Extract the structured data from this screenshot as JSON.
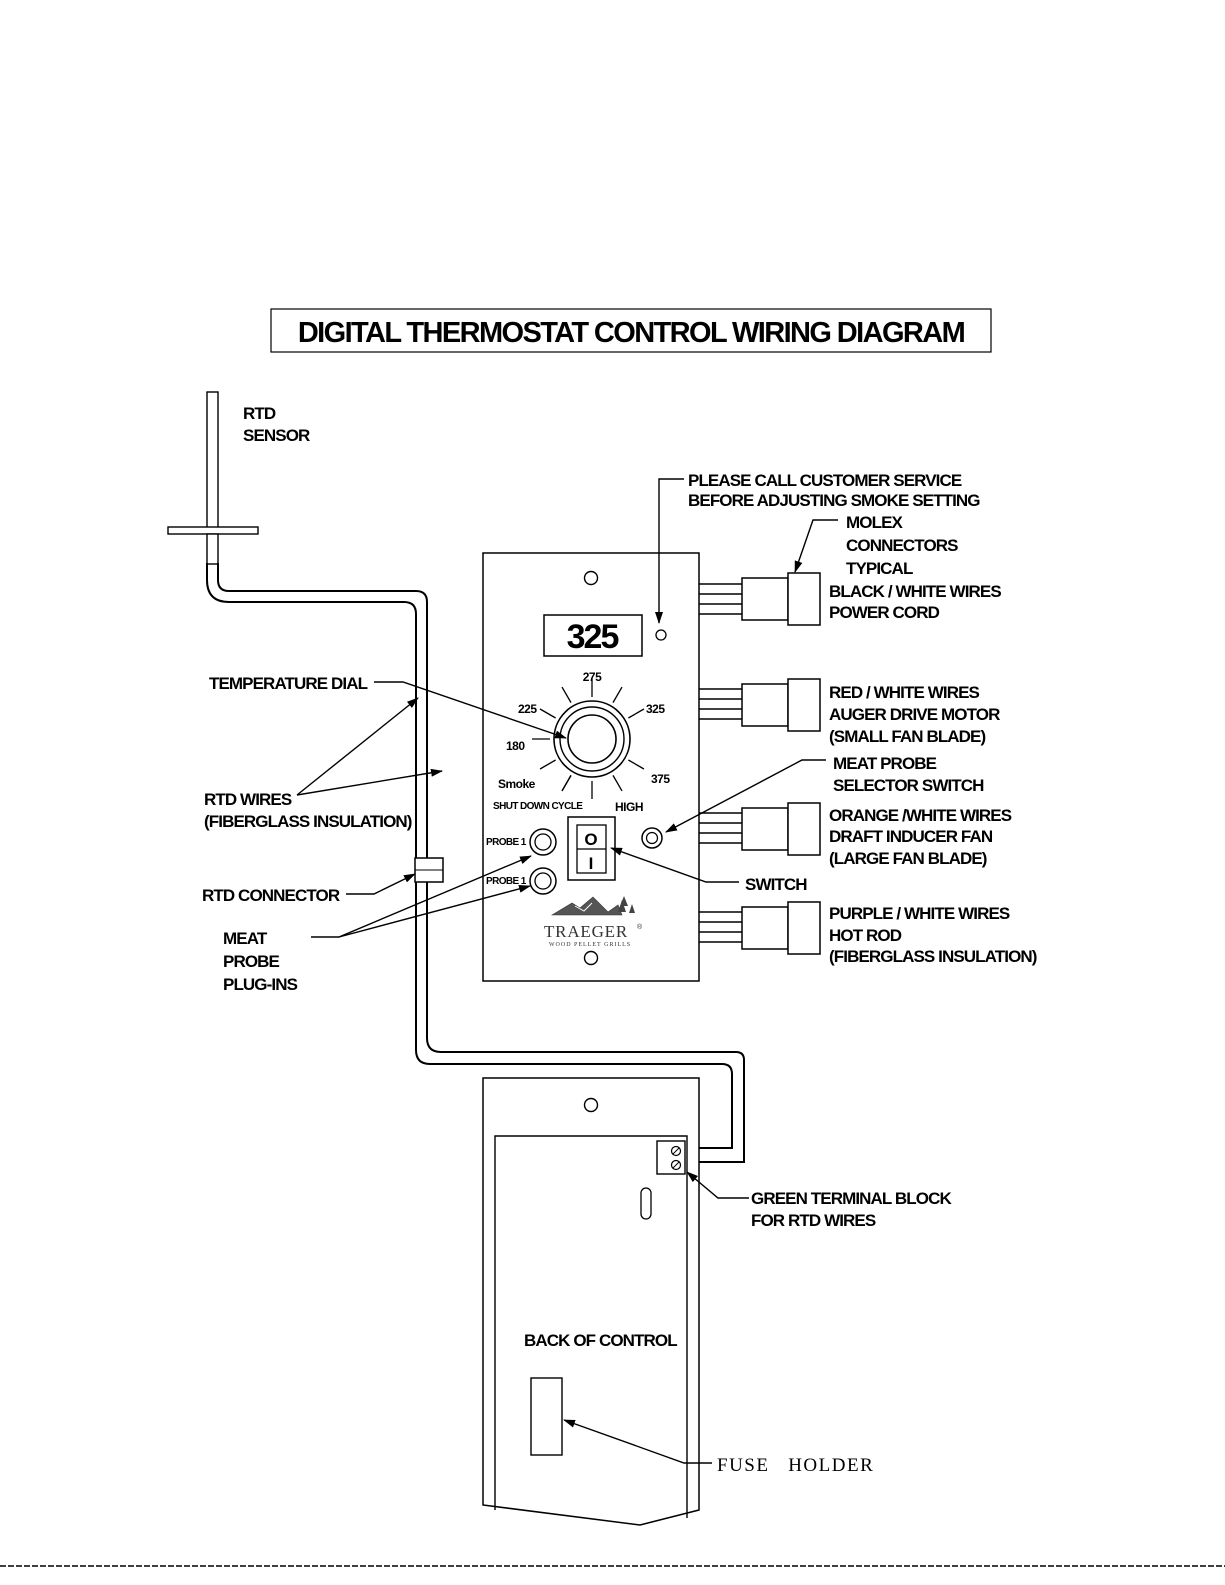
{
  "title": "DIGITAL THERMOSTAT CONTROL WIRING DIAGRAM",
  "labels": {
    "rtd_sensor": [
      "RTD",
      "SENSOR"
    ],
    "customer_service": [
      "PLEASE CALL CUSTOMER SERVICE",
      "BEFORE ADJUSTING SMOKE SETTING"
    ],
    "molex": [
      "MOLEX",
      "CONNECTORS",
      "TYPICAL"
    ],
    "black_white": [
      "BLACK / WHITE WIRES",
      "POWER CORD"
    ],
    "red_white": [
      "RED / WHITE WIRES",
      "AUGER DRIVE MOTOR",
      "(SMALL FAN BLADE)"
    ],
    "selector_switch": [
      "MEAT PROBE",
      "SELECTOR SWITCH"
    ],
    "orange_white": [
      "ORANGE /WHITE WIRES",
      "DRAFT INDUCER FAN",
      "(LARGE FAN BLADE)"
    ],
    "switch": "SWITCH",
    "purple_white": [
      "PURPLE / WHITE WIRES",
      "HOT ROD",
      "(FIBERGLASS INSULATION)"
    ],
    "temperature_dial": "TEMPERATURE DIAL",
    "rtd_wires": [
      "RTD WIRES",
      "(FIBERGLASS INSULATION)"
    ],
    "rtd_connector": "RTD CONNECTOR",
    "meat_probe": [
      "MEAT",
      "PROBE",
      "PLUG-INS"
    ],
    "green_terminal": [
      "GREEN TERMINAL BLOCK",
      "FOR RTD WIRES"
    ],
    "back_of_control": "BACK OF CONTROL",
    "fuse_holder": "FUSE   HOLDER"
  },
  "panel": {
    "display_value": "325",
    "dial_ticks": {
      "t275": "275",
      "t225": "225",
      "t325": "325",
      "t180": "180",
      "smoke": "Smoke",
      "t375": "375",
      "shutdown": "SHUT DOWN CYCLE",
      "high": "HIGH"
    },
    "probe_labels": [
      "PROBE 1",
      "PROBE 1"
    ],
    "switch_off": "O",
    "switch_on": "I",
    "brand": "TRAEGER",
    "brand_mark": "®",
    "brand_tagline": "WOOD PELLET GRILLS"
  }
}
